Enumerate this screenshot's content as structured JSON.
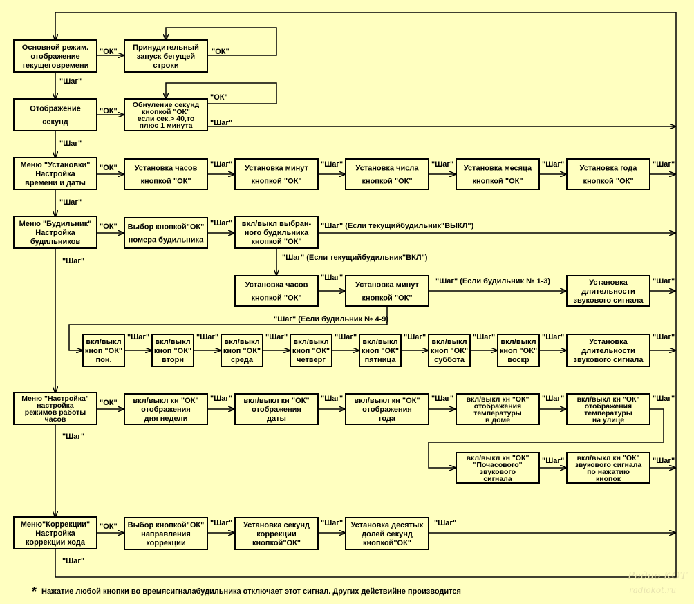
{
  "boxes": {
    "main_mode": [
      "Основной режим.",
      "отображение",
      "текущеговремени"
    ],
    "forced_ticker": [
      "Принудительный",
      "запуск бегущей",
      "строки"
    ],
    "seconds_display": [
      "Отображение",
      "секунд"
    ],
    "seconds_reset": [
      "Обнуление секунд",
      "кнопкой \"ОК\"",
      "если сек.> 40,то",
      "плюс 1 минута"
    ],
    "menu_settings": [
      "Меню \"Установки\"",
      "Настройка",
      "времени и даты"
    ],
    "set_hours": [
      "Установка часов",
      "кнопкой \"ОК\""
    ],
    "set_minutes": [
      "Установка минут",
      "кнопкой \"ОК\""
    ],
    "set_day": [
      "Установка числа",
      "кнопкой \"ОК\""
    ],
    "set_month": [
      "Установка месяца",
      "кнопкой \"ОК\""
    ],
    "set_year": [
      "Установка года",
      "кнопкой \"ОК\""
    ],
    "menu_alarm": [
      "Меню \"Будильник\"",
      "Настройка",
      "будильников"
    ],
    "alarm_select": [
      "Выбор кнопкой\"ОК\"",
      "номера будильника"
    ],
    "alarm_toggle": [
      "вкл/выкл выбран-",
      "ного   будильника",
      "кнопкой \"ОК\""
    ],
    "alarm_hours": [
      "Установка часов",
      "кнопкой \"ОК\""
    ],
    "alarm_minutes": [
      "Установка минут",
      "кнопкой \"ОК\""
    ],
    "alarm_duration_1": [
      "Установка",
      "длительности",
      "звукового сигнала"
    ],
    "day_mon": [
      "вкл/выкл",
      "кноп \"ОК\"",
      "пон."
    ],
    "day_tue": [
      "вкл/выкл",
      "кноп \"ОК\"",
      "вторн"
    ],
    "day_wed": [
      "вкл/выкл",
      "кноп \"ОК\"",
      "среда"
    ],
    "day_thu": [
      "вкл/выкл",
      "кноп \"ОК\"",
      "четверг"
    ],
    "day_fri": [
      "вкл/выкл",
      "кноп \"ОК\"",
      "пятница"
    ],
    "day_sat": [
      "вкл/выкл",
      "кноп \"ОК\"",
      "суббота"
    ],
    "day_sun": [
      "вкл/выкл",
      "кноп \"ОК\"",
      "воскр"
    ],
    "alarm_duration_2": [
      "Установка",
      "длительности",
      "звукового сигнала"
    ],
    "menu_clock": [
      "Меню   \"Настройка\"",
      "настройка",
      "режимов работы",
      "часов"
    ],
    "show_weekday": [
      "вкл/выкл кн \"ОК\"",
      "отображения",
      "дня недели"
    ],
    "show_date": [
      "вкл/выкл кн \"ОК\"",
      "отображения",
      "даты"
    ],
    "show_year": [
      "вкл/выкл кн \"ОК\"",
      "отображения",
      "года"
    ],
    "show_temp_in": [
      "вкл/выкл кн \"ОК\"",
      "отображения",
      "температуры",
      "в доме"
    ],
    "show_temp_out": [
      "вкл/выкл кн \"ОК\"",
      "отображения",
      "температуры",
      "на улице"
    ],
    "hourly_signal": [
      "вкл/выкл кн \"ОК\"",
      "\"Почасового\"",
      "звукового",
      "сигнала"
    ],
    "key_sound": [
      "вкл/выкл кн \"ОК\"",
      "звукового сигнала",
      "по нажатию",
      "кнопок"
    ],
    "menu_correction": [
      "Меню\"Коррекции\"",
      "Настройка",
      "коррекции хода"
    ],
    "corr_direction": [
      "Выбор кнопкой\"ОК\"",
      "направления",
      "коррекции"
    ],
    "corr_seconds": [
      "Установка   секунд",
      "коррекции",
      "кнопкой\"ОК\""
    ],
    "corr_tenths": [
      "Установка десятых",
      "долей секунд",
      "кнопкой\"ОК\""
    ]
  },
  "labels": {
    "ok": "\"ОК\"",
    "step": "\"Шаг\"",
    "step_if_off": "\"Шаг\"   (Если текущийбудильник\"ВЫКЛ\")",
    "step_if_on": "\"Шаг\" (Если текущийбудильник\"ВКЛ\")",
    "step_if_1_3": "\"Шаг\"   (Если будильник № 1-3)",
    "step_if_4_9": "\"Шаг\" (Если будильник № 4-9)"
  },
  "footnote": {
    "star": "*",
    "text": "Нажатие любой кнопки во времясигналабудильника отключает этот сигнал.   Других действийне производится"
  },
  "watermark": {
    "logo": "Радио КОТ",
    "site": "radiokot.ru"
  }
}
